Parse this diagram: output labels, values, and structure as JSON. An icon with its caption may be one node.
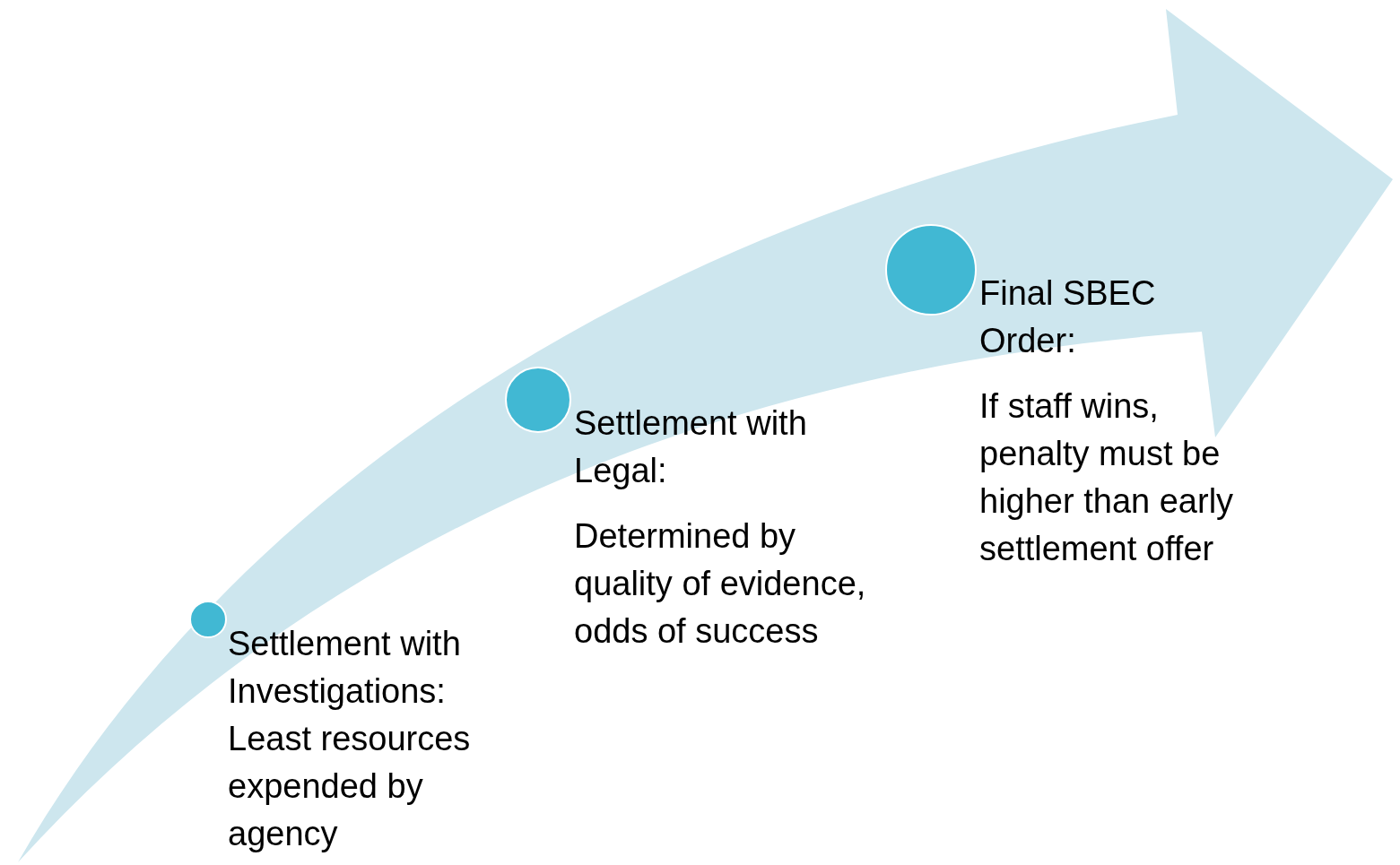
{
  "diagram": {
    "nodes": [
      {
        "text": [],
        "shape": "circle",
        "beside": [
          "Settlement with Investigations:",
          "Least resources expended by agency"
        ]
      },
      {
        "text": [],
        "shape": "circle",
        "beside": [
          "Settlement with Legal:",
          "Determined by quality of evidence, odds of success"
        ]
      },
      {
        "text": [],
        "shape": "circle",
        "beside": [
          "Final SBEC Order:",
          "If staff wins, penalty must be higher than early settlement offer"
        ]
      }
    ],
    "edges": []
  }
}
